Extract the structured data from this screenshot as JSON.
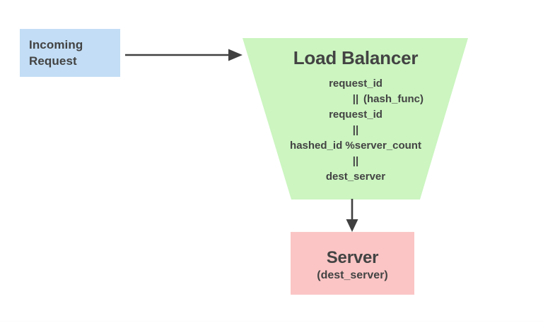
{
  "diagram": {
    "type": "flow-diagram",
    "background_color": "#ffffff",
    "text_color": "#434343",
    "arrow_color": "#404040",
    "incoming": {
      "label": "Incoming\nRequest",
      "fill_color": "#c2ddf5"
    },
    "arrow_request_to_balancer": {
      "icon_name": "arrow-right-icon",
      "direction": "right"
    },
    "load_balancer": {
      "title": "Load Balancer",
      "fill_color": "#ccf5c0",
      "shape": "trapezoid",
      "steps": [
        {
          "text": "request_id",
          "note": ""
        },
        {
          "text": "||",
          "note": "(hash_func)"
        },
        {
          "text": "request_id",
          "note": ""
        },
        {
          "text": "||",
          "note": ""
        },
        {
          "text": "hashed_id %server_count",
          "note": ""
        },
        {
          "text": "||",
          "note": ""
        },
        {
          "text": "dest_server",
          "note": ""
        }
      ]
    },
    "arrow_balancer_to_server": {
      "icon_name": "arrow-down-icon",
      "direction": "down"
    },
    "server": {
      "title": "Server",
      "subtitle": "(dest_server)",
      "fill_color": "#fbc5c5"
    }
  }
}
